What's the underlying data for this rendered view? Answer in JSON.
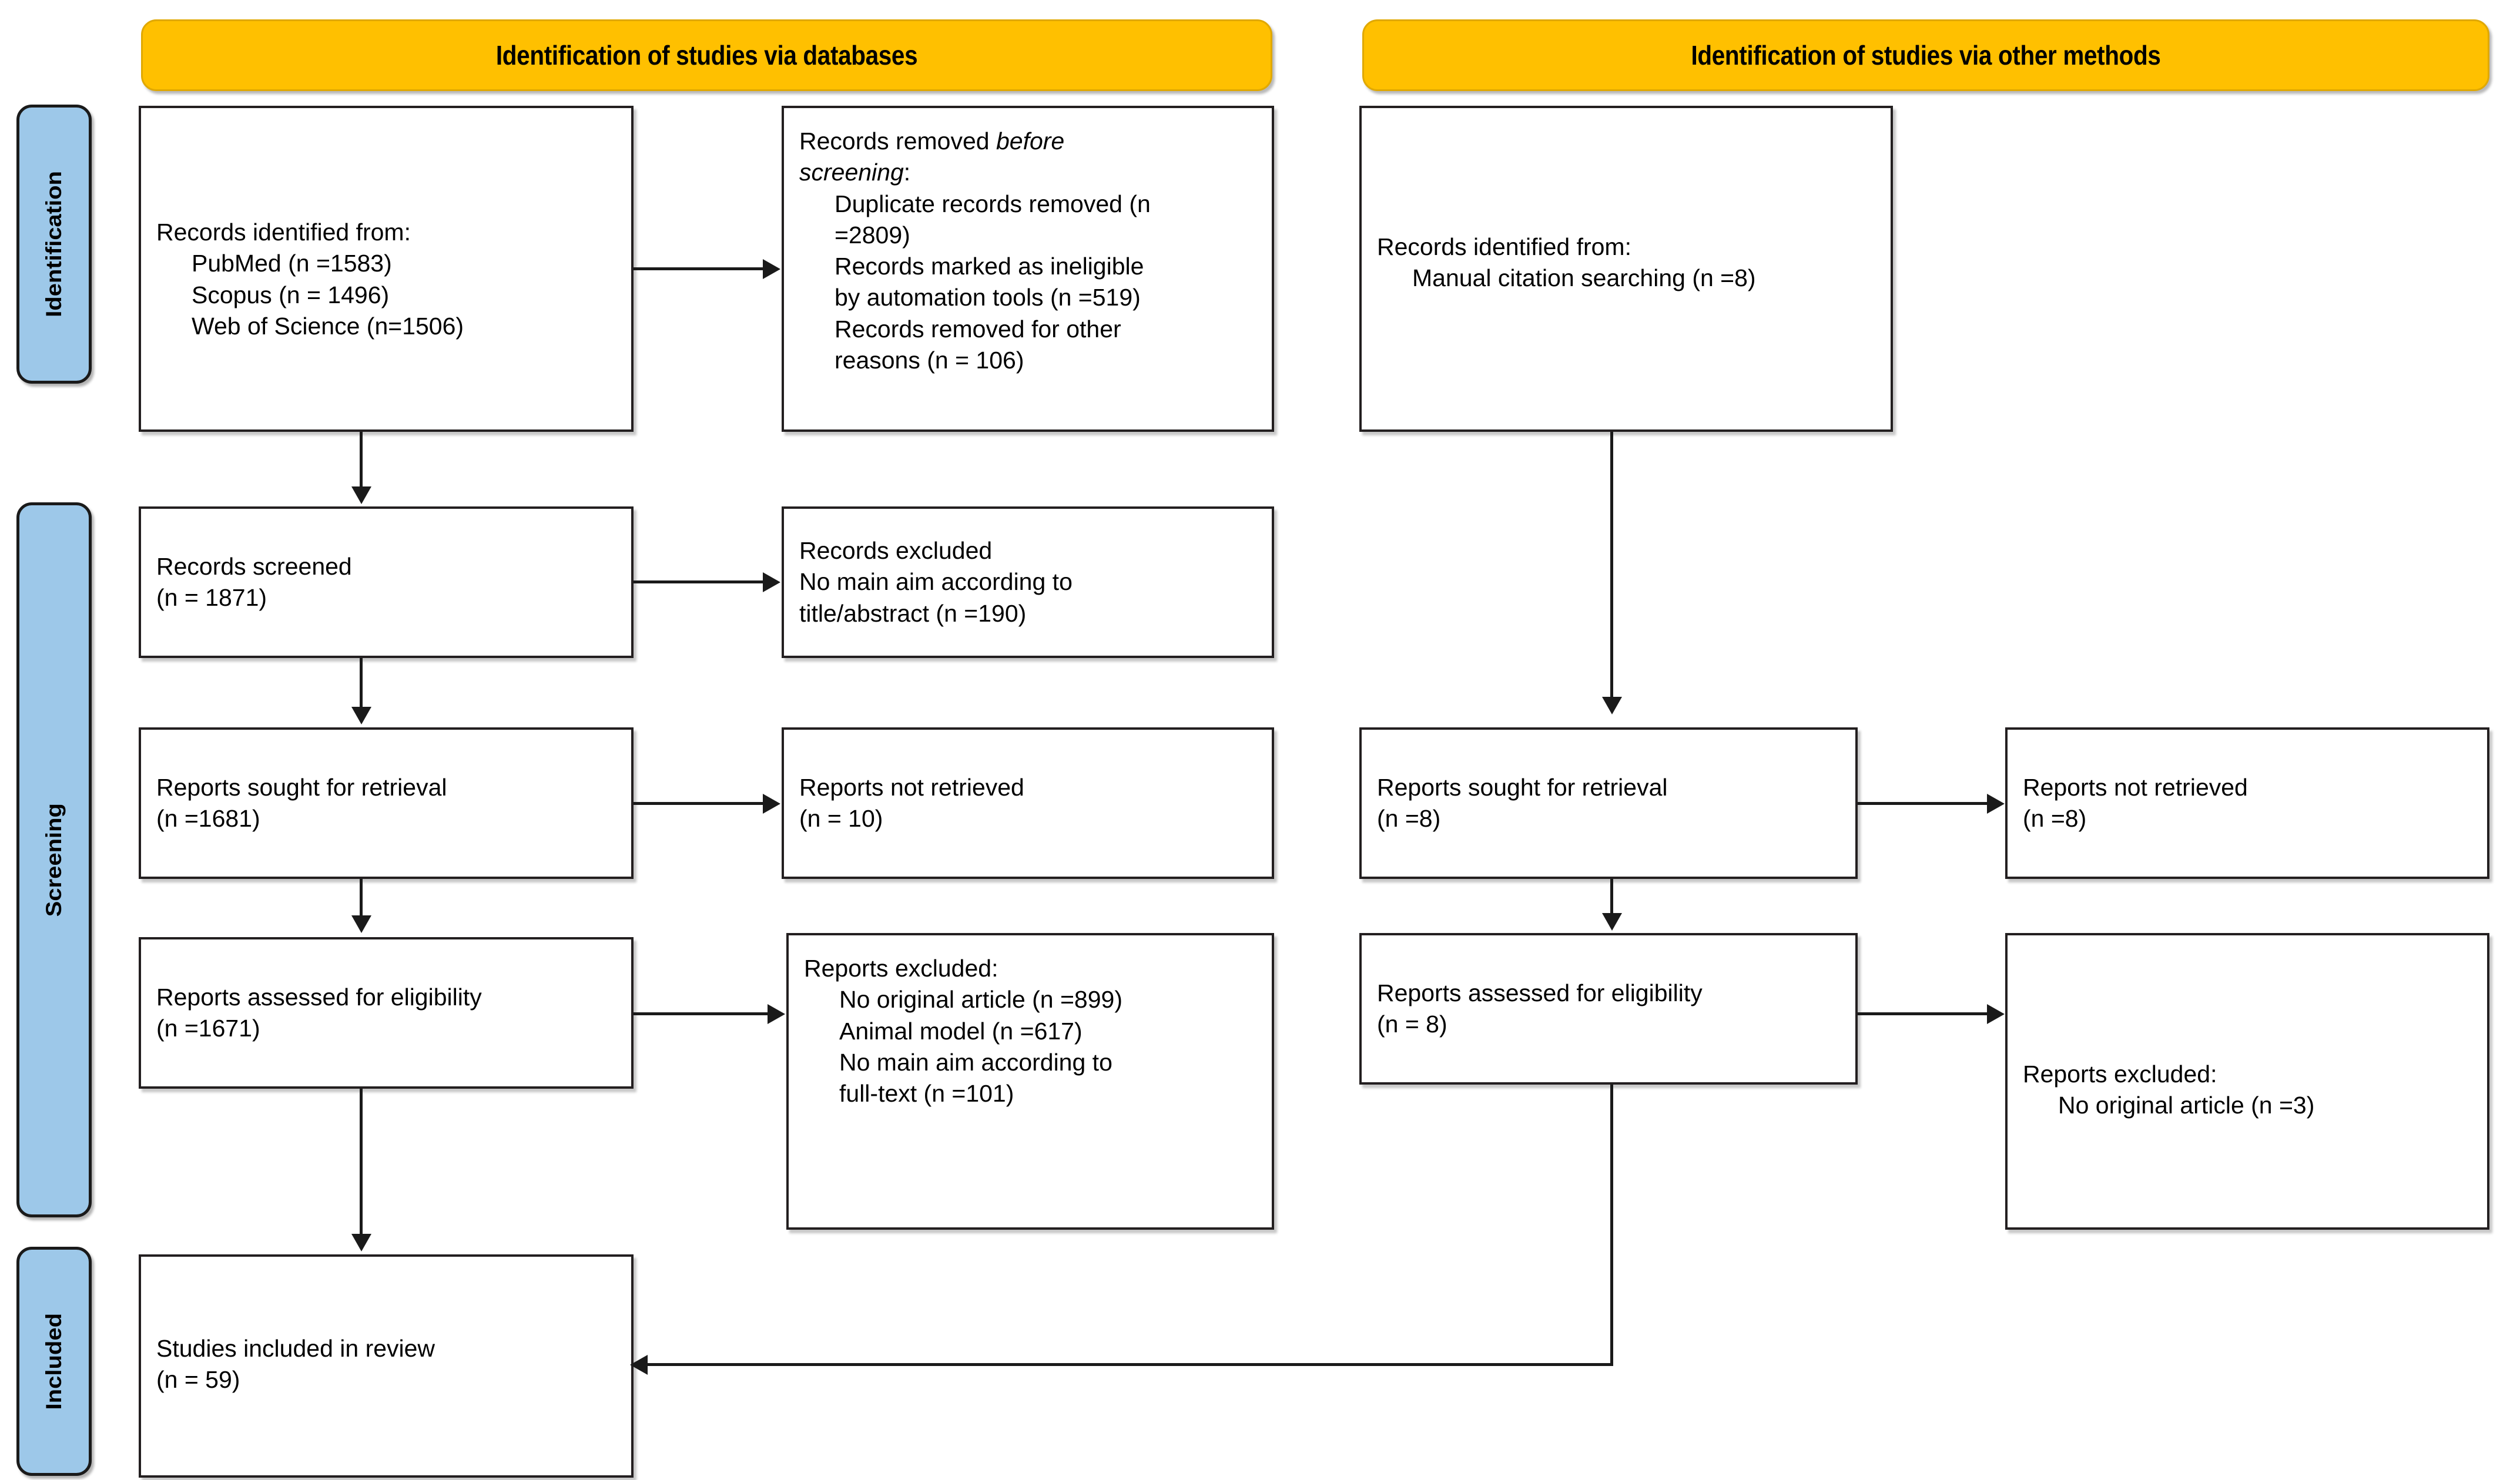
{
  "diagram": {
    "type": "prisma-flow-diagram",
    "title": "PRISMA 2020 flow diagram",
    "colors": {
      "header_fill": "#FFC000",
      "header_border": "#E0A800",
      "stage_fill": "#9DC8E9",
      "box_border": "#231f20",
      "connector": "#1a1a1a",
      "page_background": "#FFFFFF"
    }
  },
  "headers": [
    {
      "id": "databases",
      "label": "Identification of studies via databases"
    },
    {
      "id": "other-methods",
      "label": "Identification of studies via other methods"
    }
  ],
  "stages": [
    {
      "id": "identification",
      "label": "Identification"
    },
    {
      "id": "screening",
      "label": "Screening"
    },
    {
      "id": "included",
      "label": "Included"
    }
  ],
  "nodes": {
    "db_identified": {
      "lines": [
        {
          "text": "Records identified from:",
          "indent": false
        },
        {
          "text": "PubMed (n =1583)",
          "indent": true
        },
        {
          "text": "Scopus (n = 1496)",
          "indent": true
        },
        {
          "text": "Web of Science (n=1506)",
          "indent": true
        }
      ]
    },
    "db_removed_before_screening": {
      "lines": [
        {
          "text": "Records removed ",
          "italic_tail": "before",
          "indent": false
        },
        {
          "text": "",
          "italic_head": "screening",
          "tail": ":",
          "indent": false
        },
        {
          "text": "Duplicate records removed (n",
          "indent": true
        },
        {
          "text": "=2809)",
          "indent": true
        },
        {
          "text": "Records marked as ineligible",
          "indent": true
        },
        {
          "text": "by automation tools (n =519)",
          "indent": true
        },
        {
          "text": "Records removed for other",
          "indent": true
        },
        {
          "text": "reasons (n = 106)",
          "indent": true
        }
      ]
    },
    "db_screened": {
      "lines": [
        {
          "text": "Records screened",
          "indent": false
        },
        {
          "text": "(n = 1871)",
          "indent": false
        }
      ]
    },
    "db_records_excluded": {
      "lines": [
        {
          "text": "Records excluded",
          "indent": false
        },
        {
          "text": "No main aim according to",
          "indent": false
        },
        {
          "text": "title/abstract (n =190)",
          "indent": false
        }
      ]
    },
    "db_sought": {
      "lines": [
        {
          "text": "Reports sought for retrieval",
          "indent": false
        },
        {
          "text": "(n =1681)",
          "indent": false
        }
      ]
    },
    "db_not_retrieved": {
      "lines": [
        {
          "text": "Reports not retrieved",
          "indent": false
        },
        {
          "text": "(n = 10)",
          "indent": false
        }
      ]
    },
    "db_assessed": {
      "lines": [
        {
          "text": "Reports assessed for eligibility",
          "indent": false
        },
        {
          "text": "(n =1671)",
          "indent": false
        }
      ]
    },
    "db_reports_excluded": {
      "lines": [
        {
          "text": "Reports excluded:",
          "indent": false
        },
        {
          "text": "No original article (n =899)",
          "indent": true
        },
        {
          "text": "Animal model (n =617)",
          "indent": true
        },
        {
          "text": "No main aim according to",
          "indent": true
        },
        {
          "text": "full-text (n =101)",
          "indent": true
        }
      ]
    },
    "other_identified": {
      "lines": [
        {
          "text": "Records identified from:",
          "indent": false
        },
        {
          "text": "Manual citation searching (n =8)",
          "indent": true
        }
      ]
    },
    "other_sought": {
      "lines": [
        {
          "text": "Reports sought for retrieval",
          "indent": false
        },
        {
          "text": "(n =8)",
          "indent": false
        }
      ]
    },
    "other_not_retrieved": {
      "lines": [
        {
          "text": "Reports not retrieved",
          "indent": false
        },
        {
          "text": "(n =8)",
          "indent": false
        }
      ]
    },
    "other_assessed": {
      "lines": [
        {
          "text": "Reports assessed for eligibility",
          "indent": false
        },
        {
          "text": "(n = 8)",
          "indent": false
        }
      ]
    },
    "other_reports_excluded": {
      "lines": [
        {
          "text": "Reports excluded:",
          "indent": false
        },
        {
          "text": "No original article (n =3)",
          "indent": true
        }
      ]
    },
    "included_studies": {
      "lines": [
        {
          "text": "Studies included in review",
          "indent": false
        },
        {
          "text": "(n = 59)",
          "indent": false
        }
      ]
    }
  },
  "counts": {
    "pubmed": 1583,
    "scopus": 1496,
    "web_of_science": 1506,
    "duplicate_records_removed": 2809,
    "marked_ineligible_automation": 519,
    "removed_other_reasons": 106,
    "records_screened": 1871,
    "records_excluded_title_abstract": 190,
    "reports_sought_db": 1681,
    "reports_not_retrieved_db": 10,
    "reports_assessed_db": 1671,
    "excluded_no_original_article_db": 899,
    "excluded_animal_model_db": 617,
    "excluded_no_main_aim_fulltext_db": 101,
    "manual_citation_searching": 8,
    "reports_sought_other": 8,
    "reports_not_retrieved_other": 8,
    "reports_assessed_other": 8,
    "excluded_no_original_article_other": 3,
    "studies_included": 59
  }
}
